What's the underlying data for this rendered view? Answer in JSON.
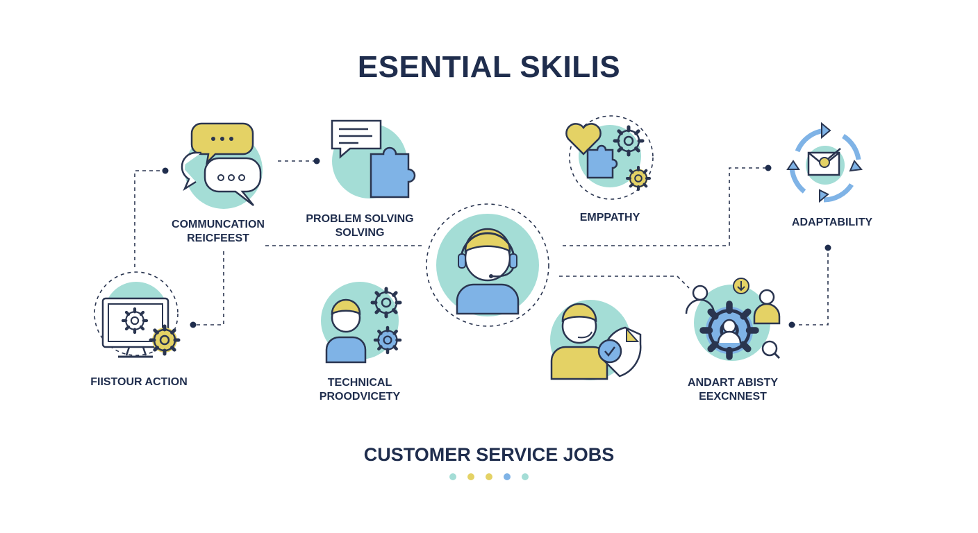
{
  "title": "ESENTIAL SKILIS",
  "subtitle": "CUSTOMER SERVICE JOBS",
  "colors": {
    "navy": "#1f2d4d",
    "teal": "#a4ddd6",
    "yellow": "#e4d265",
    "blue": "#7fb3e6",
    "dash": "#2a3550"
  },
  "icons": {
    "communication": "speech-bubbles-icon",
    "problem_solving": "puzzle-document-icon",
    "empathy": "heart-gears-icon",
    "adaptability": "cycle-arrows-icon",
    "first_action": "monitor-gears-icon",
    "technical": "person-gears-icon",
    "center": "headset-agent-icon",
    "agent": "agent-shield-icon",
    "ability": "gear-team-icon"
  },
  "skills": {
    "communication": {
      "line1": "COMMUNCATION",
      "line2": "REICFEEST"
    },
    "problem_solving": {
      "line1": "PROBLEM SOLVING",
      "line2": "SOLVING"
    },
    "empathy": {
      "line1": "EMPPATHY"
    },
    "adaptability": {
      "line1": "ADAPTABILITY"
    },
    "first_action": {
      "line1": "FIISTOUR ACTION"
    },
    "technical": {
      "line1": "TECHNICAL",
      "line2": "PROODVICETY"
    },
    "ability": {
      "line1": "ANDART ABISTY",
      "line2": "EEXCNNEST"
    }
  },
  "footer_dot_colors": [
    "#a4ddd6",
    "#e4d265",
    "#e4d265",
    "#7fb3e6",
    "#a4ddd6"
  ]
}
